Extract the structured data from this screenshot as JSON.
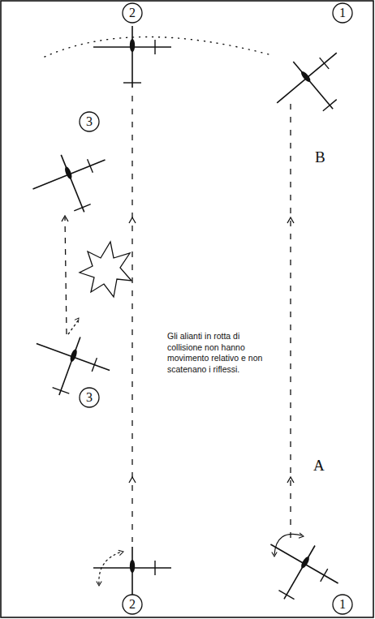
{
  "diagram": {
    "nodes": [
      {
        "text": [
          "2"
        ]
      },
      {
        "text": [
          "1"
        ]
      },
      {
        "text": [
          "3"
        ]
      },
      {
        "text": [
          "3"
        ]
      },
      {
        "text": [
          "2"
        ]
      },
      {
        "text": [
          "1"
        ]
      }
    ],
    "labels": [
      "B",
      "Gli alianti in rotta di collisione non hanno movimento relativo e non scatenano i riflessi.",
      "A"
    ]
  }
}
